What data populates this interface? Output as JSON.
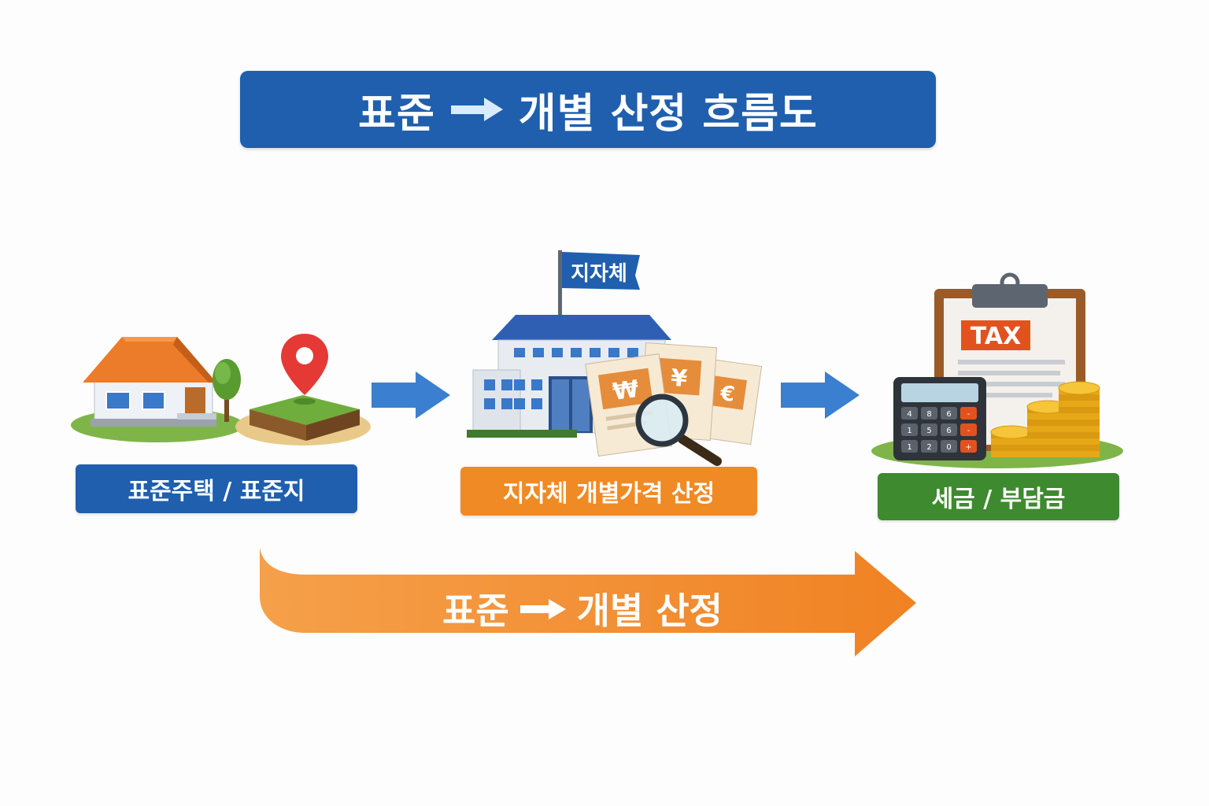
{
  "title": {
    "left": "표준",
    "right": "개별 산정 흐름도"
  },
  "steps": [
    {
      "label": "표준주택 / 표준지"
    },
    {
      "label": "지자체 개별가격 산정",
      "flag_text": "지자체"
    },
    {
      "label": "세금 / 부담금",
      "clipboard_text": "TAX"
    }
  ],
  "bottom_arrow": {
    "left": "표준",
    "right": "개별 산정"
  },
  "currency_symbols": [
    "₩",
    "¥",
    "€"
  ],
  "calculator_keys": [
    "4",
    "8",
    "6",
    "-",
    "1",
    "5",
    "6",
    "-",
    "1",
    "2",
    "0",
    "+"
  ],
  "colors": {
    "primary_blue": "#1f5fae",
    "accent_orange": "#f08a24",
    "green": "#3e8a2f",
    "flow_arrow_blue": "#3a7fd0"
  },
  "icons": [
    "house-icon",
    "location-pin-icon",
    "land-plot-icon",
    "government-building-icon",
    "flag-icon",
    "currency-documents-icon",
    "magnifier-icon",
    "clipboard-icon",
    "calculator-icon",
    "coins-icon"
  ]
}
